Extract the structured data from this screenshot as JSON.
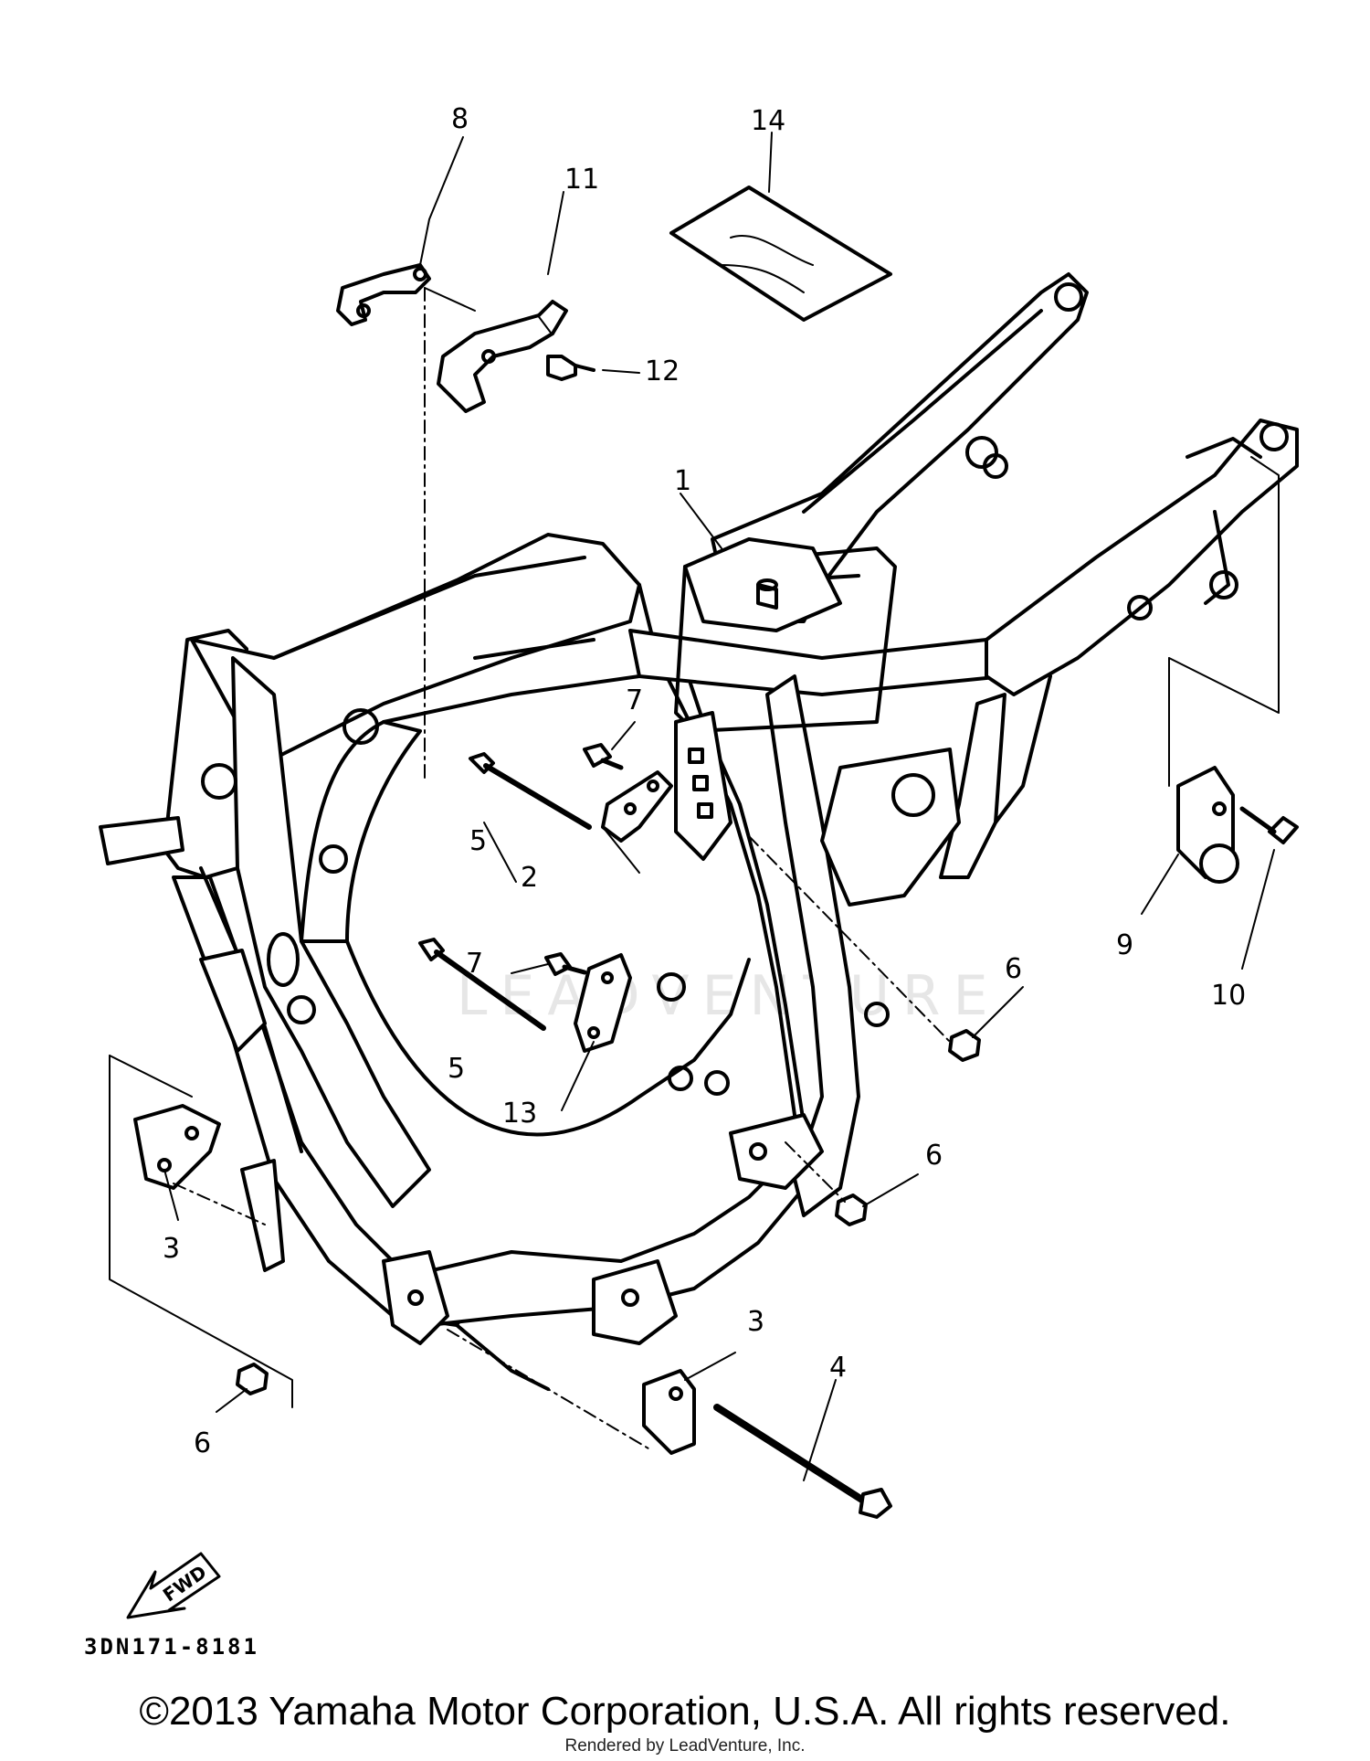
{
  "diagram": {
    "part_labels": [
      "1",
      "2",
      "3",
      "3",
      "4",
      "5",
      "5",
      "6",
      "6",
      "6",
      "7",
      "7",
      "8",
      "9",
      "10",
      "11",
      "12",
      "13",
      "14"
    ],
    "direction_marker": "FWD",
    "diagram_code": "3DN171-8181",
    "watermark": "LEADVENTURE"
  },
  "footer": {
    "copyright": "©2013 Yamaha Motor Corporation, U.S.A. All rights reserved.",
    "rendered_by": "Rendered by LeadVenture, Inc."
  }
}
